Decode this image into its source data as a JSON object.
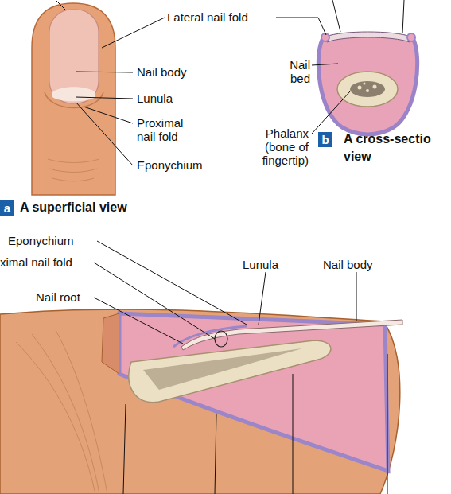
{
  "diagram": {
    "nodes": [
      {
        "text": [
          "a",
          "A superficial view"
        ]
      },
      {
        "text": [
          "b",
          "A cross-sectio view"
        ]
      }
    ],
    "labels": [
      "Lateral nail fold",
      "Nail body",
      "Lunula",
      "Proximal nail fold",
      "Eponychium",
      "Nail bed",
      "Phalanx (bone of fingertip)",
      "Eponychium",
      "ximal nail fold",
      "Nail root",
      "Lunula",
      "Nail body"
    ]
  }
}
